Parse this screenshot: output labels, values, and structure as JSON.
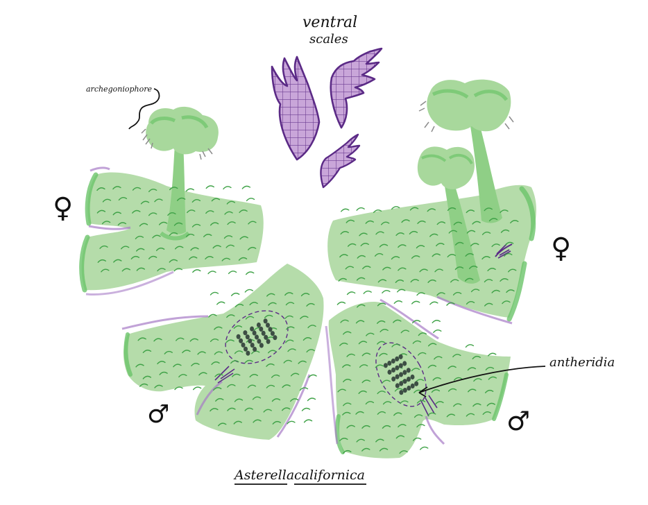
{
  "labels": {
    "ventral_line1": "ventral",
    "ventral_line2": "scales",
    "archegoniophore": "archegoniophore",
    "antheridia": "antheridia",
    "species_word1": "Asterella",
    "species_word2": "californica"
  },
  "symbols": {
    "female_left": "♀",
    "female_right": "♀",
    "male_left": "♂",
    "male_right": "♂"
  },
  "colors": {
    "thallus_fill": "#b5dcaa",
    "thallus_edge": "#6cc46a",
    "dash_green": "#3fa247",
    "scale_fill": "#c9a6d9",
    "scale_edge": "#5b2a86",
    "rhizoid_purple": "#a77bc6",
    "dot": "#3d4e44",
    "outline_grey": "#8c8c8c"
  }
}
